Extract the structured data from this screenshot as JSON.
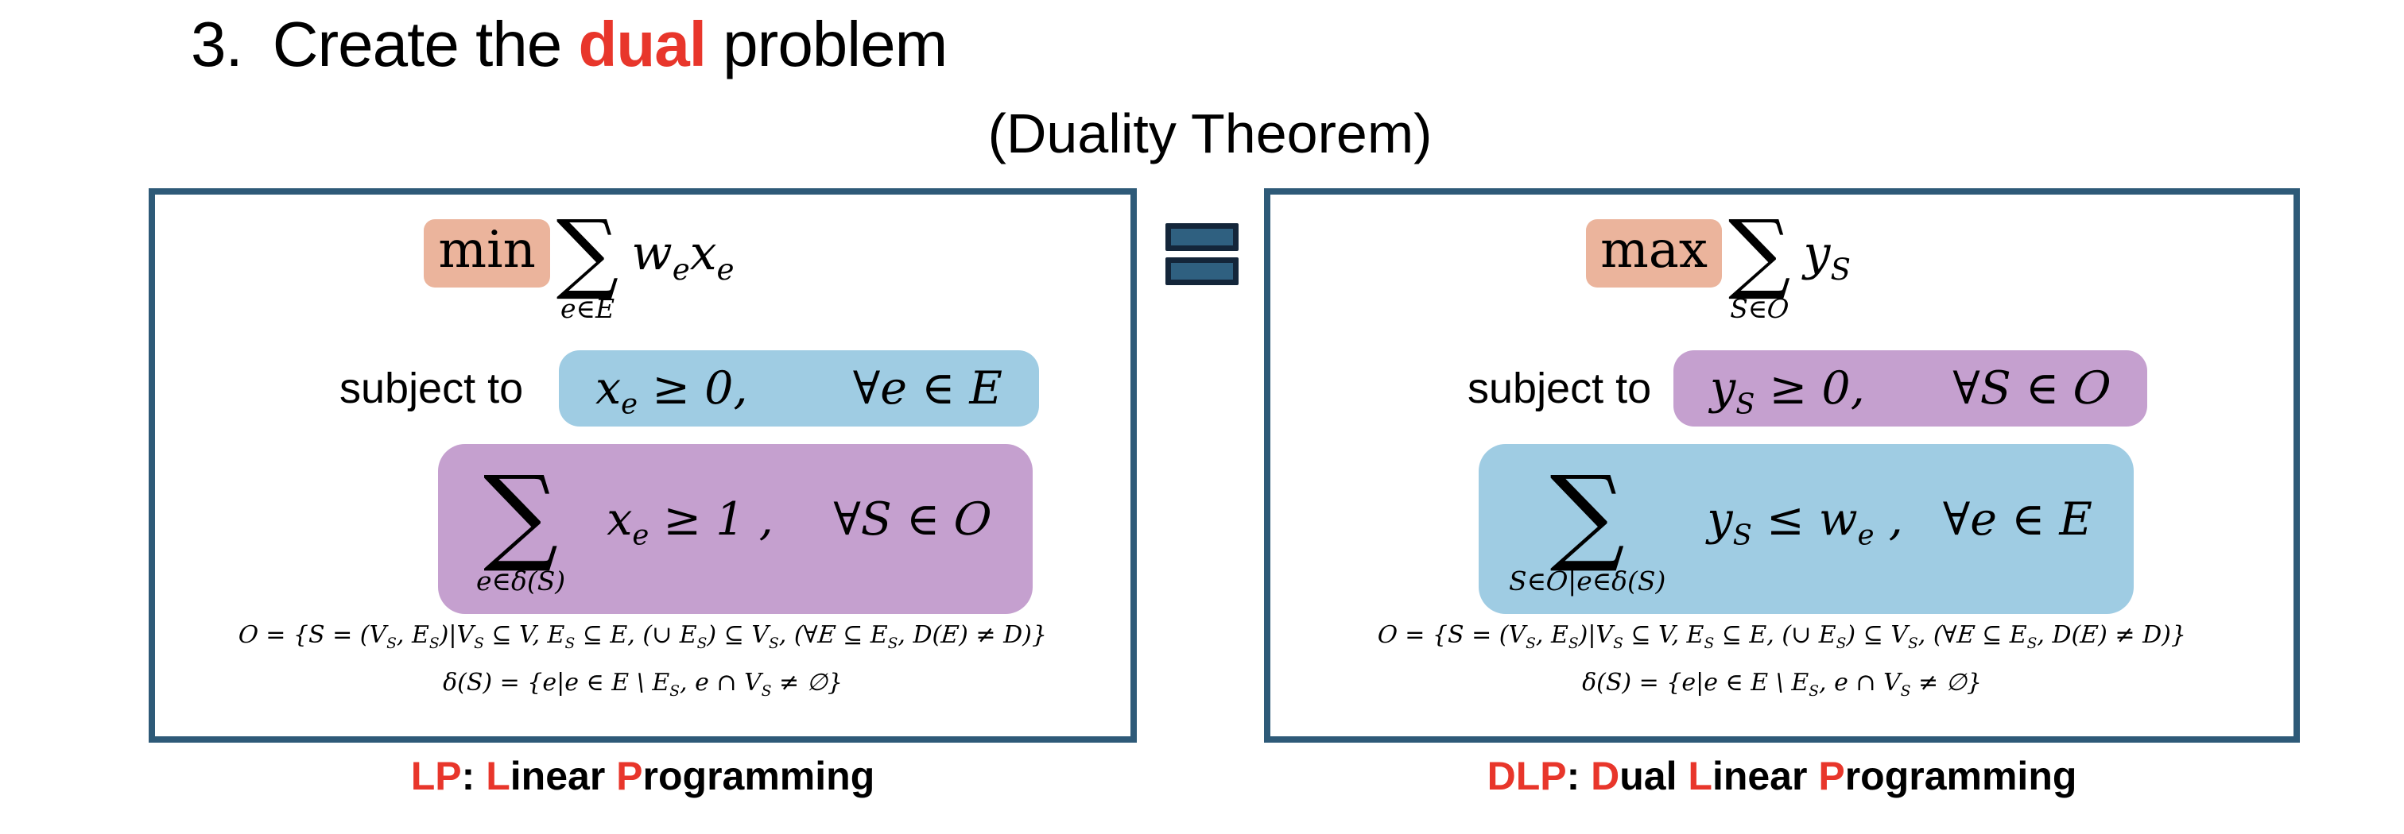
{
  "page": {
    "title": {
      "number": "3.",
      "pre": "Create the ",
      "highlight": "dual",
      "post": " problem"
    },
    "subtitle": "(Duality Theorem)",
    "symbols": {
      "sum": "∑"
    },
    "colors": {
      "box_border": "#2E5A78",
      "equals_fill": "#2F6080",
      "equals_border": "#14263A",
      "objective_highlight": "#EBB49C",
      "blue_highlight": "#9FCCE3",
      "purple_highlight": "#C5A0CF",
      "accent_red": "#E8362B",
      "text": "#000000"
    },
    "lp": {
      "objective": {
        "op": "min",
        "sum_limit": "e∈E",
        "expr": "w_{e}x_{e}"
      },
      "subject_to_label": "subject to",
      "constraint1": {
        "expr": "x_{e} ≥ 0,",
        "quantifier": "∀e ∈ E"
      },
      "constraint2": {
        "sum_limit": "e∈δ(S)",
        "expr": "x_{e} ≥ 1 ,",
        "quantifier": "∀S ∈ 𝒪"
      },
      "definition1": "𝒪 = {S = (V_{S}, E_{S})|V_{S} ⊆ V, E_{S} ⊆ E, (∪ E_{S}) ⊆ V_{S}, (∀ℰ ⊆ E_{S}, D(ℰ) ≠ D)}",
      "definition2": "δ(S) = {e|e ∈ E \\ E_{S}, e ∩ V_{S} ≠ ∅}",
      "caption": {
        "p0": "LP",
        "p1": ": ",
        "p2": "L",
        "p3": "inear ",
        "p4": "P",
        "p5": "rogramming"
      }
    },
    "dlp": {
      "objective": {
        "op": "max",
        "sum_limit": "S∈𝒪",
        "expr": "y_{S}"
      },
      "subject_to_label": "subject to",
      "constraint1": {
        "expr": "y_{S} ≥ 0,",
        "quantifier": "∀S ∈ 𝒪"
      },
      "constraint2": {
        "sum_limit": "S∈𝒪|e∈δ(S)",
        "expr": "y_{S} ≤ w_{e} ,",
        "quantifier": "∀e ∈ E"
      },
      "definition1": "𝒪 = {S = (V_{S}, E_{S})|V_{S} ⊆ V, E_{S} ⊆ E, (∪ E_{S}) ⊆ V_{S}, (∀ℰ ⊆ E_{S}, D(ℰ) ≠ D)}",
      "definition2": "δ(S) = {e|e ∈ E \\ E_{S}, e ∩ V_{S} ≠ ∅}",
      "caption": {
        "p0": "DLP",
        "p1": ": ",
        "p2": "D",
        "p3": "ual ",
        "p4": "L",
        "p5": "inear ",
        "p6": "P",
        "p7": "rogramming"
      }
    }
  }
}
